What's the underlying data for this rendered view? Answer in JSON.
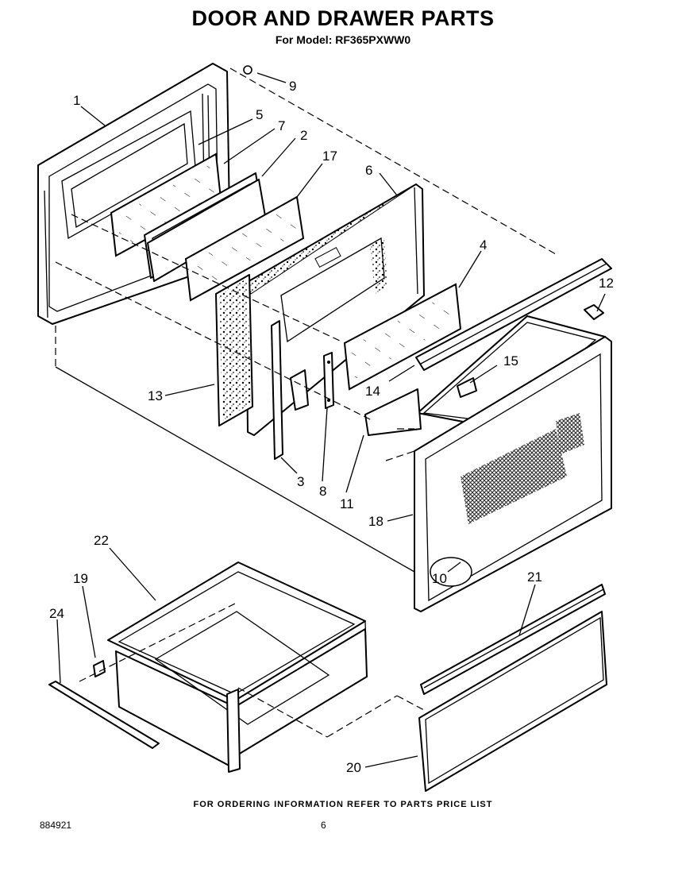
{
  "header": {
    "title": "DOOR AND DRAWER PARTS",
    "subtitle": "For Model: RF365PXWW0"
  },
  "footer": {
    "ordering_note": "FOR ORDERING INFORMATION REFER TO PARTS PRICE LIST",
    "document_number": "884921",
    "page_number": "6"
  },
  "callouts": [
    "1",
    "2",
    "3",
    "4",
    "5",
    "6",
    "7",
    "8",
    "9",
    "10",
    "11",
    "12",
    "13",
    "14",
    "15",
    "17",
    "18",
    "19",
    "20",
    "21",
    "22",
    "24"
  ]
}
